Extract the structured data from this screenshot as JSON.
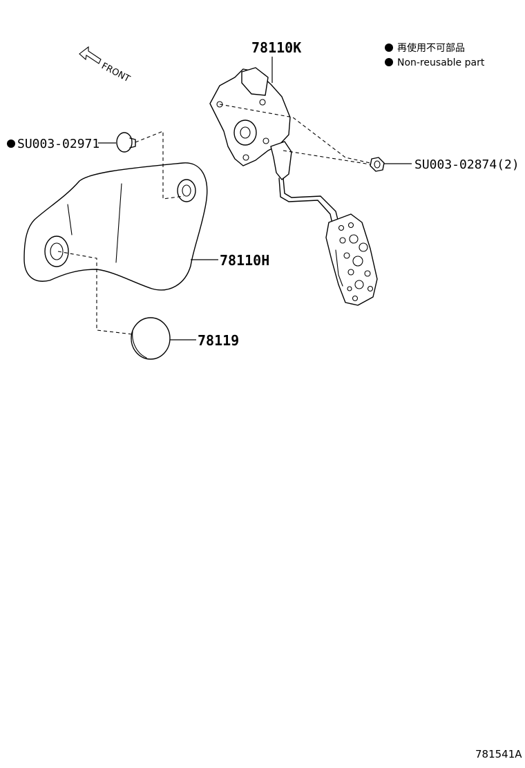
{
  "legend": {
    "items": [
      {
        "text": "再使用不可部品"
      },
      {
        "text": "Non-reusable part"
      }
    ]
  },
  "direction": {
    "label": "FRONT"
  },
  "parts": {
    "pedal_assy": {
      "number": "78110K"
    },
    "bracket": {
      "number": "78110H"
    },
    "stopper": {
      "number": "78119"
    },
    "clip": {
      "number": "SU003-02971",
      "non_reusable": true
    },
    "nut": {
      "number": "SU003-02874(2)"
    }
  },
  "illustration_code": "781541A"
}
